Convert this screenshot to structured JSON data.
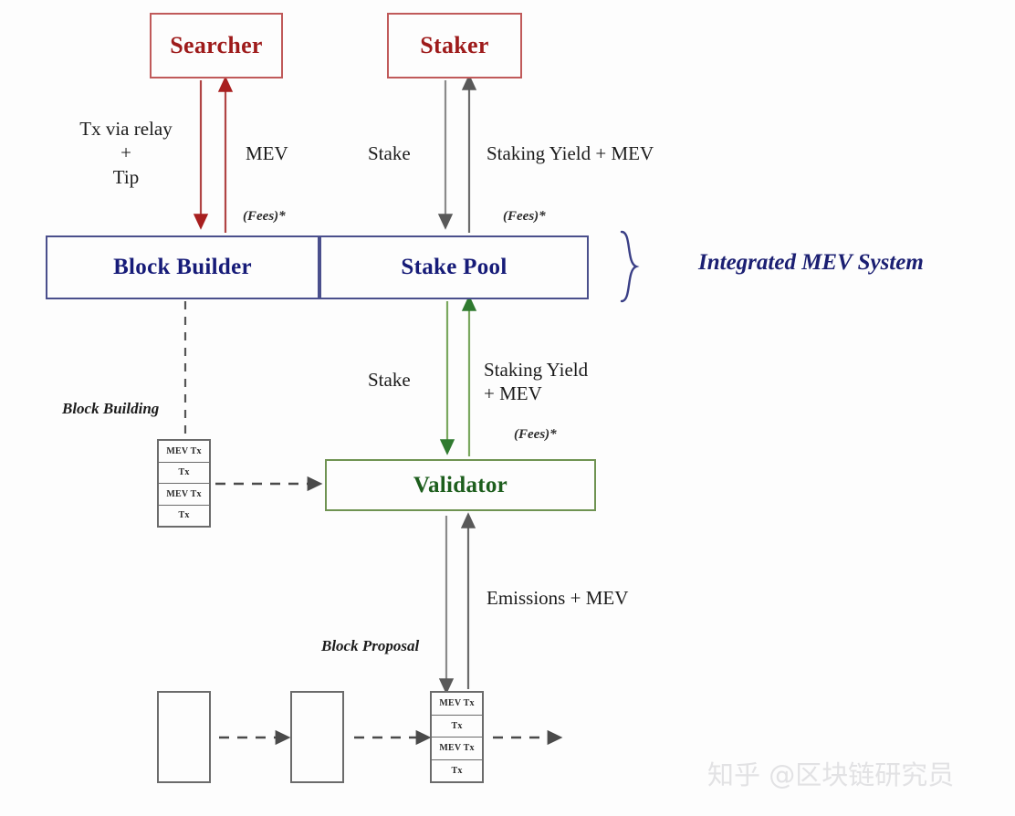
{
  "diagram": {
    "title": "Integrated MEV System",
    "watermark": "知乎 @区块链研究员",
    "colors": {
      "actor": "#9e1b1b",
      "actor_border": "#c05a5a",
      "system": "#161b78",
      "system_border": "#4a4f8c",
      "validator": "#1d5e1d",
      "validator_border": "#6f9352",
      "neutral_arrow": "#6b6b6b"
    }
  },
  "nodes": {
    "searcher": "Searcher",
    "staker": "Staker",
    "block_builder": "Block Builder",
    "stake_pool": "Stake Pool",
    "validator": "Validator"
  },
  "flows": {
    "tx_via_relay": "Tx via relay",
    "tx_plus": "+",
    "tx_tip": "Tip",
    "mev": "MEV",
    "stake_top": "Stake",
    "staking_yield_mev_top": "Staking Yield + MEV",
    "fees_builder": "(Fees)*",
    "fees_pool": "(Fees)*",
    "stake_mid": "Stake",
    "staking_yield_mid_line1": "Staking Yield",
    "staking_yield_mid_line2": "+ MEV",
    "fees_validator": "(Fees)*",
    "emissions_mev": "Emissions + MEV"
  },
  "phases": {
    "block_building": "Block Building",
    "block_proposal": "Block Proposal"
  },
  "tx_stacks": {
    "builder_block": [
      "MEV Tx",
      "Tx",
      "MEV Tx",
      "Tx"
    ],
    "chain_block": [
      "MEV Tx",
      "Tx",
      "MEV Tx",
      "Tx"
    ]
  }
}
